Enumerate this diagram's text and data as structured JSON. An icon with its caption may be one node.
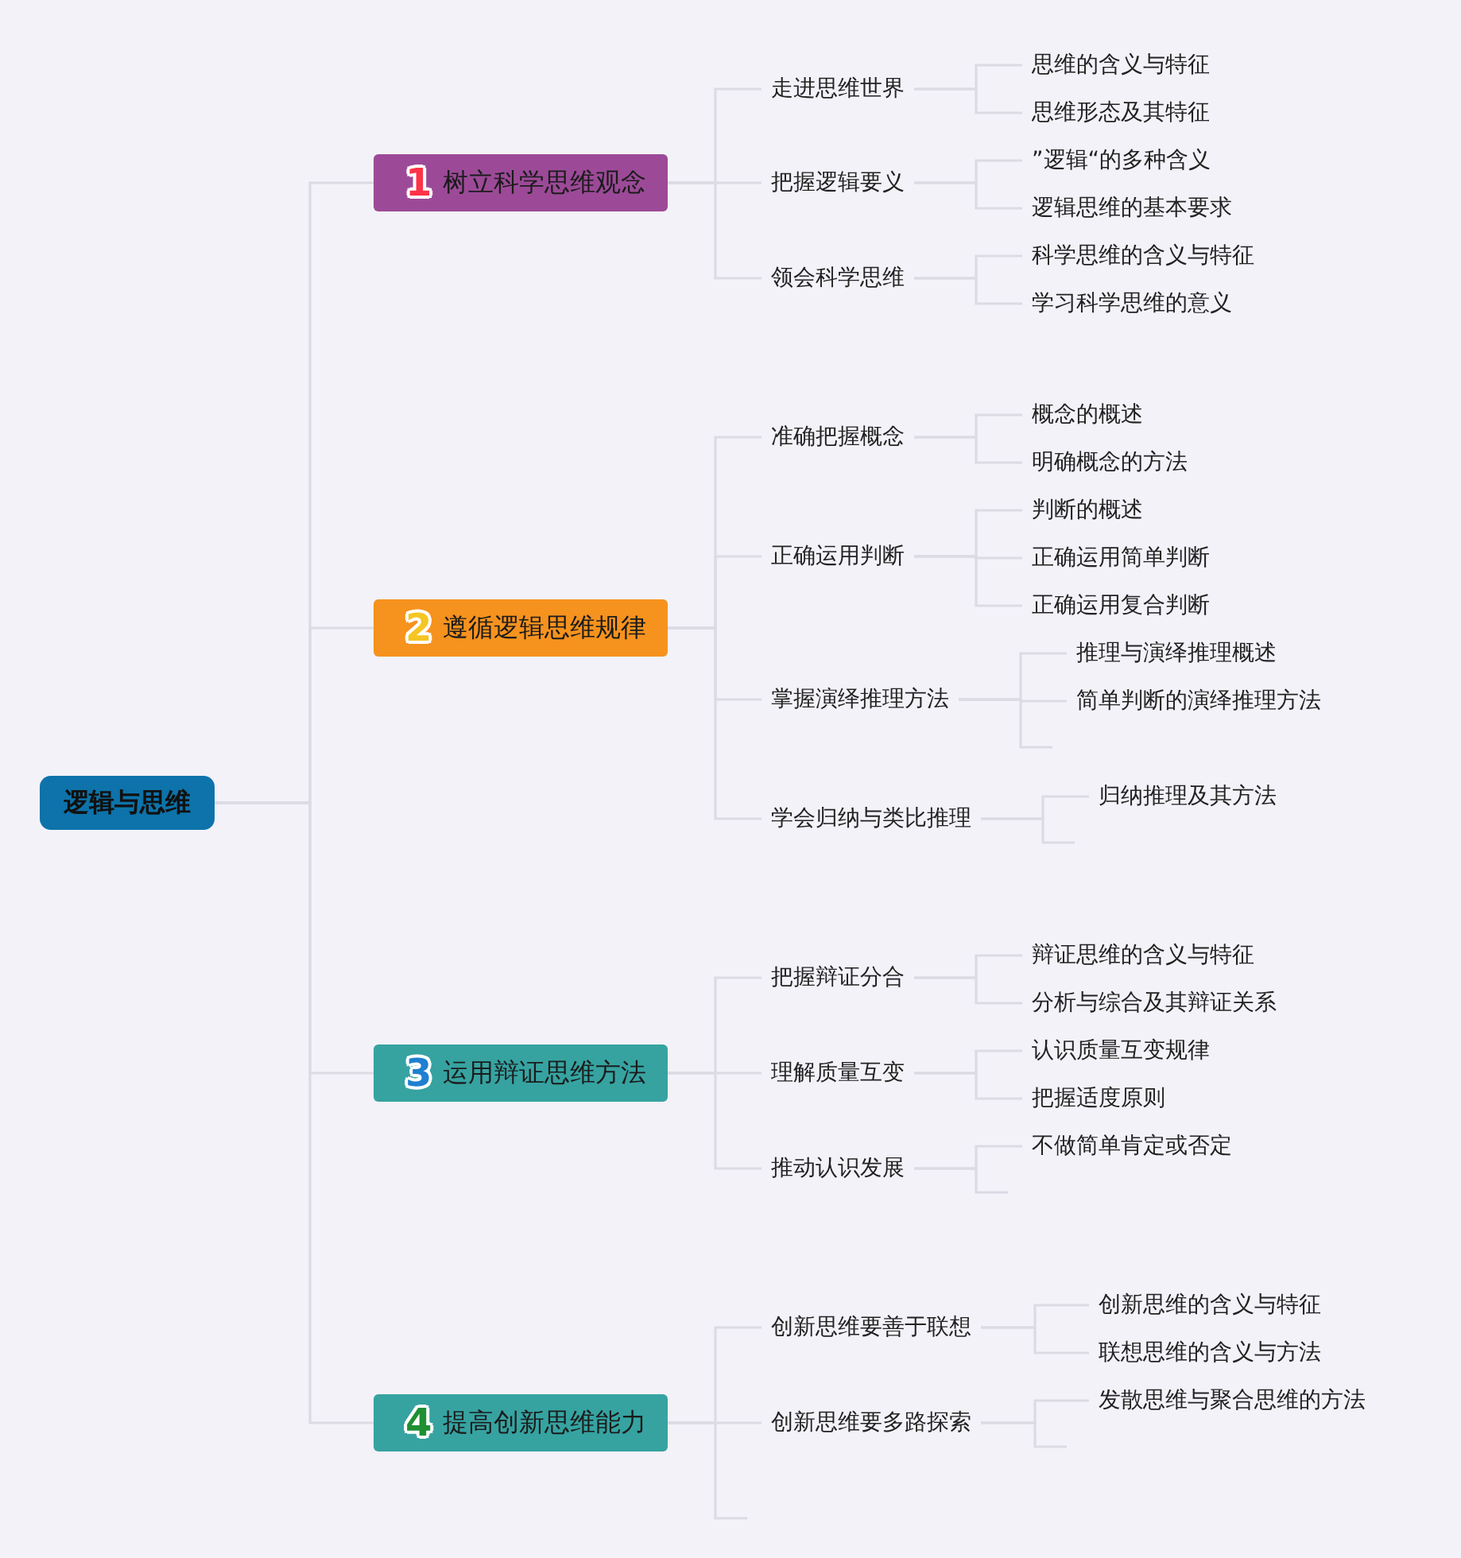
{
  "diagram": {
    "nodes": [
      {
        "text": [
          "逻辑与思维"
        ]
      },
      {
        "text": [
          "1",
          "树立科学思维观念"
        ]
      },
      {
        "text": [
          "走进思维世界"
        ]
      },
      {
        "text": [
          "思维的含义与特征"
        ]
      },
      {
        "text": [
          "思维形态及其特征"
        ]
      },
      {
        "text": [
          "把握逻辑要义"
        ]
      },
      {
        "text": [
          "”逻辑“的多种含义"
        ]
      },
      {
        "text": [
          "逻辑思维的基本要求"
        ]
      },
      {
        "text": [
          "领会科学思维"
        ]
      },
      {
        "text": [
          "科学思维的含义与特征"
        ]
      },
      {
        "text": [
          "学习科学思维的意义"
        ]
      },
      {
        "text": [
          "2",
          "遵循逻辑思维规律"
        ]
      },
      {
        "text": [
          "准确把握概念"
        ]
      },
      {
        "text": [
          "概念的概述"
        ]
      },
      {
        "text": [
          "明确概念的方法"
        ]
      },
      {
        "text": [
          "正确运用判断"
        ]
      },
      {
        "text": [
          "判断的概述"
        ]
      },
      {
        "text": [
          "正确运用简单判断"
        ]
      },
      {
        "text": [
          "正确运用复合判断"
        ]
      },
      {
        "text": [
          "掌握演绎推理方法"
        ]
      },
      {
        "text": [
          "推理与演绎推理概述"
        ]
      },
      {
        "text": [
          "简单判断的演绎推理方法"
        ]
      },
      {
        "text": [
          "学会归纳与类比推理"
        ]
      },
      {
        "text": [
          "归纳推理及其方法"
        ]
      },
      {
        "text": [
          "3",
          "运用辩证思维方法"
        ]
      },
      {
        "text": [
          "把握辩证分合"
        ]
      },
      {
        "text": [
          "辩证思维的含义与特征"
        ]
      },
      {
        "text": [
          "分析与综合及其辩证关系"
        ]
      },
      {
        "text": [
          "理解质量互变"
        ]
      },
      {
        "text": [
          "认识质量互变规律"
        ]
      },
      {
        "text": [
          "把握适度原则"
        ]
      },
      {
        "text": [
          "推动认识发展"
        ]
      },
      {
        "text": [
          "不做简单肯定或否定"
        ]
      },
      {
        "text": [
          "4",
          "提高创新思维能力"
        ]
      },
      {
        "text": [
          "创新思维要善于联想"
        ]
      },
      {
        "text": [
          "创新思维的含义与特征"
        ]
      },
      {
        "text": [
          "联想思维的含义与方法"
        ]
      },
      {
        "text": [
          "创新思维要多路探索"
        ]
      },
      {
        "text": [
          "发散思维与聚合思维的方法"
        ]
      }
    ],
    "edges": [
      {
        "from": 0,
        "to": 1,
        "arrow": "none"
      },
      {
        "from": 0,
        "to": 11,
        "arrow": "none"
      },
      {
        "from": 0,
        "to": 24,
        "arrow": "none"
      },
      {
        "from": 0,
        "to": 33,
        "arrow": "none"
      },
      {
        "from": 1,
        "to": 2,
        "arrow": "none"
      },
      {
        "from": 1,
        "to": 5,
        "arrow": "none"
      },
      {
        "from": 1,
        "to": 8,
        "arrow": "none"
      },
      {
        "from": 2,
        "to": 3,
        "arrow": "none"
      },
      {
        "from": 2,
        "to": 4,
        "arrow": "none"
      },
      {
        "from": 5,
        "to": 6,
        "arrow": "none"
      },
      {
        "from": 5,
        "to": 7,
        "arrow": "none"
      },
      {
        "from": 8,
        "to": 9,
        "arrow": "none"
      },
      {
        "from": 8,
        "to": 10,
        "arrow": "none"
      },
      {
        "from": 11,
        "to": 12,
        "arrow": "none"
      },
      {
        "from": 11,
        "to": 15,
        "arrow": "none"
      },
      {
        "from": 11,
        "to": 19,
        "arrow": "none"
      },
      {
        "from": 11,
        "to": 22,
        "arrow": "none"
      },
      {
        "from": 12,
        "to": 13,
        "arrow": "none"
      },
      {
        "from": 12,
        "to": 14,
        "arrow": "none"
      },
      {
        "from": 15,
        "to": 16,
        "arrow": "none"
      },
      {
        "from": 15,
        "to": 17,
        "arrow": "none"
      },
      {
        "from": 15,
        "to": 18,
        "arrow": "none"
      },
      {
        "from": 19,
        "to": 20,
        "arrow": "none"
      },
      {
        "from": 19,
        "to": 21,
        "arrow": "none"
      },
      {
        "from": 19,
        "to": null,
        "arrow": "none"
      },
      {
        "from": 22,
        "to": 23,
        "arrow": "none"
      },
      {
        "from": 22,
        "to": null,
        "arrow": "none"
      },
      {
        "from": 24,
        "to": 25,
        "arrow": "none"
      },
      {
        "from": 24,
        "to": 28,
        "arrow": "none"
      },
      {
        "from": 24,
        "to": 31,
        "arrow": "none"
      },
      {
        "from": 25,
        "to": 26,
        "arrow": "none"
      },
      {
        "from": 25,
        "to": 27,
        "arrow": "none"
      },
      {
        "from": 28,
        "to": 29,
        "arrow": "none"
      },
      {
        "from": 28,
        "to": 30,
        "arrow": "none"
      },
      {
        "from": 31,
        "to": 32,
        "arrow": "none"
      },
      {
        "from": 31,
        "to": null,
        "arrow": "none"
      },
      {
        "from": 33,
        "to": 34,
        "arrow": "none"
      },
      {
        "from": 33,
        "to": 37,
        "arrow": "none"
      },
      {
        "from": 33,
        "to": null,
        "arrow": "none"
      },
      {
        "from": 34,
        "to": 35,
        "arrow": "none"
      },
      {
        "from": 34,
        "to": 36,
        "arrow": "none"
      },
      {
        "from": 37,
        "to": 38,
        "arrow": "none"
      },
      {
        "from": 37,
        "to": null,
        "arrow": "none"
      }
    ]
  }
}
